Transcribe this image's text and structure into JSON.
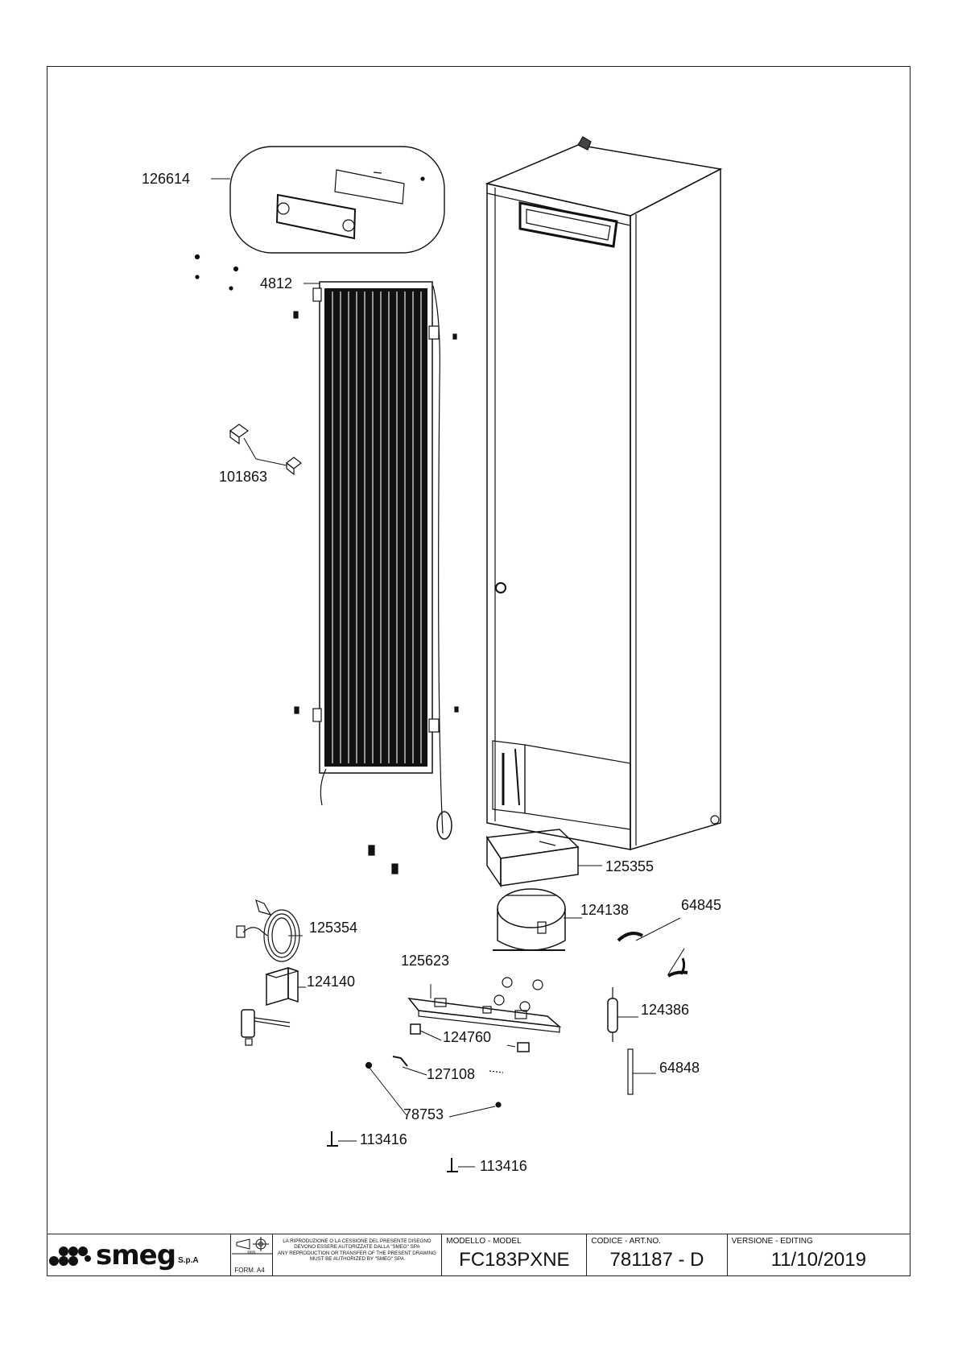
{
  "callouts": [
    {
      "id": "126614",
      "label": "126614"
    },
    {
      "id": "4812",
      "label": "4812"
    },
    {
      "id": "101863",
      "label": "101863"
    },
    {
      "id": "125355",
      "label": "125355"
    },
    {
      "id": "124138",
      "label": "124138"
    },
    {
      "id": "64845",
      "label": "64845"
    },
    {
      "id": "125354",
      "label": "125354"
    },
    {
      "id": "125623",
      "label": "125623"
    },
    {
      "id": "124140",
      "label": "124140"
    },
    {
      "id": "124386",
      "label": "124386"
    },
    {
      "id": "124760",
      "label": "124760"
    },
    {
      "id": "127108",
      "label": "127108"
    },
    {
      "id": "64848",
      "label": "64848"
    },
    {
      "id": "78753",
      "label": "78753"
    },
    {
      "id": "113416a",
      "label": "113416"
    },
    {
      "id": "113416b",
      "label": "113416"
    }
  ],
  "title_block": {
    "brand": "smeg",
    "brand_suffix": "S.p.A",
    "projection_unit": "mm",
    "format": "FORM. A4",
    "notice_it": "LA RIPRODUZIONE O LA CESSIONE DEL PRESENTE DISEGNO DEVONO ESSERE AUTORIZZATE DALLA \"SMEG\" SPA",
    "notice_en": "ANY REPRODUCTION OR TRANSFER OF THE PRESENT DRAWING MUST BE AUTHORIZED BY \"SMEG\" SPA",
    "model_label": "MODELLO - MODEL",
    "model_value": "FC183PXNE",
    "code_label": "CODICE - ART.NO.",
    "code_value": "781187 - D",
    "version_label": "VERSIONE - EDITING",
    "version_value": "11/10/2019"
  }
}
